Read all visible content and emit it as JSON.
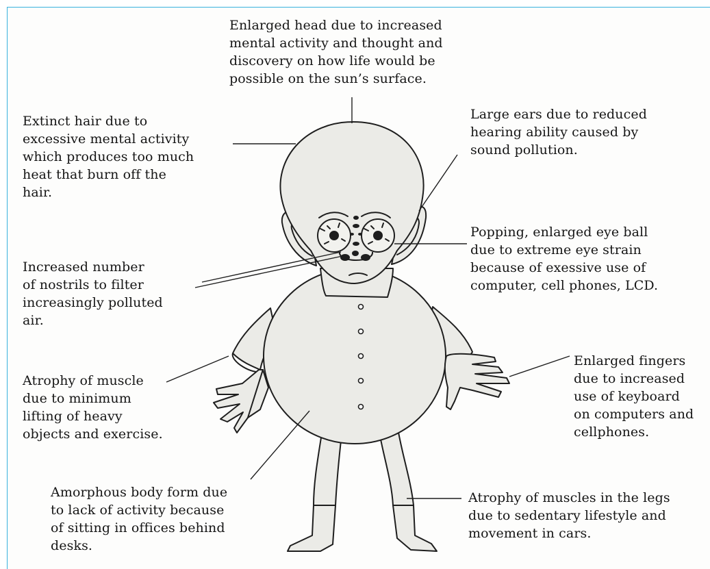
{
  "diagram": {
    "colors": {
      "frame_border": "#37b1dd",
      "line": "#1e1e1e",
      "figure_fill": "#ebebe7",
      "text": "#151515"
    },
    "labels": {
      "head": "Enlarged head due to increased\nmental activity and thought and\ndiscovery on how life would be\npossible on the sun’s surface.",
      "hair": "Extinct hair due to\nexcessive mental activity\nwhich produces too much\nheat that burn off the\nhair.",
      "ears": "Large ears due to reduced\nhearing ability caused by\nsound pollution.",
      "eyes": "Popping, enlarged eye ball\ndue to extreme eye strain\nbecause of exessive use of\ncomputer, cell phones, LCD.",
      "nostrils": "Increased number\nof nostrils to filter\nincreasingly polluted\nair.",
      "arm_muscle": "Atrophy of muscle\ndue to minimum\nlifting of heavy\nobjects and exercise.",
      "fingers": "Enlarged fingers\ndue to increased\nuse of keyboard\non computers and\ncellphones.",
      "body": "Amorphous body form due\nto lack of activity because\nof sitting in offices behind\ndesks.",
      "legs": "Atrophy of muscles in the legs\ndue to sedentary lifestyle and\nmovement in cars."
    }
  }
}
